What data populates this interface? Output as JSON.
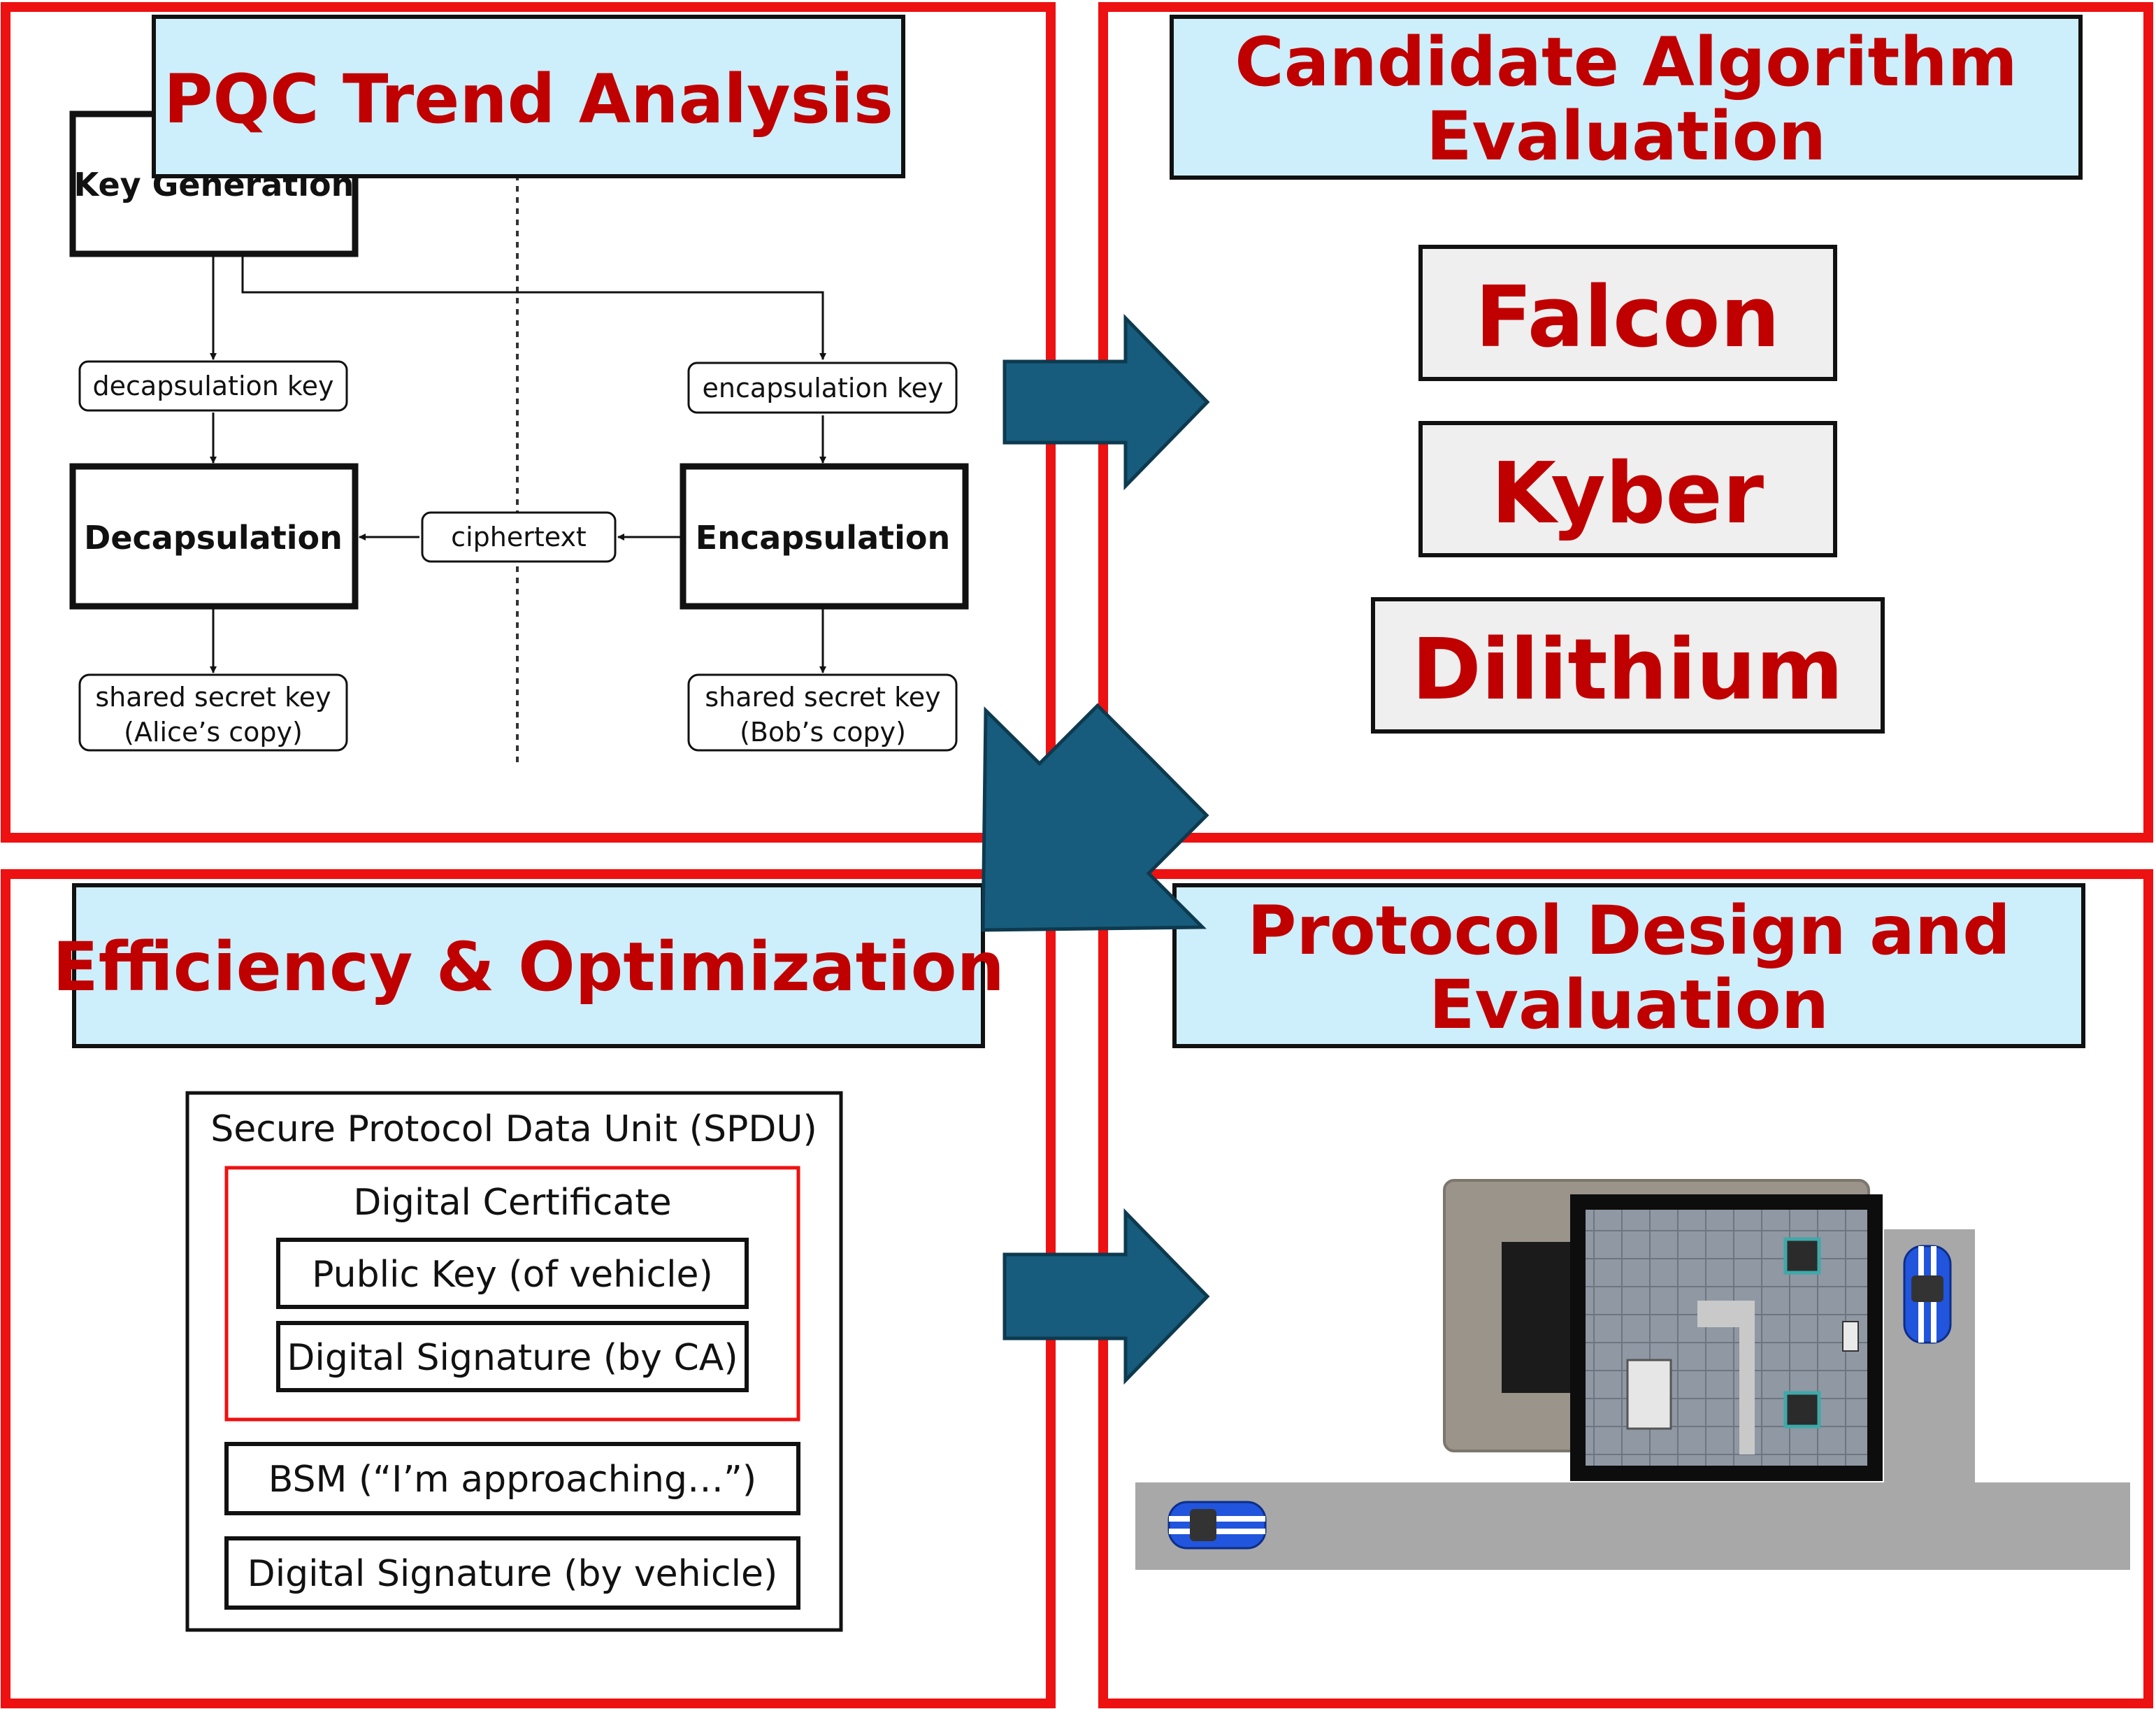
{
  "colors": {
    "panel_border": "#ee1111",
    "title_fill": "#cdeefb",
    "title_text": "#c00000",
    "arrow": "#175c7c",
    "algo_fill": "#efefef",
    "road": "#a8a8a8"
  },
  "panels": {
    "pqc_trend": {
      "title": "PQC Trend Analysis",
      "flow": {
        "key_generation": "Key Generation",
        "decapsulation_key": "decapsulation key",
        "encapsulation_key": "encapsulation key",
        "decapsulation": "Decapsulation",
        "encapsulation": "Encapsulation",
        "ciphertext": "ciphertext",
        "alice_secret_line1": "shared secret key",
        "alice_secret_line2": "(Alice’s copy)",
        "bob_secret_line1": "shared secret key",
        "bob_secret_line2": "(Bob’s copy)"
      }
    },
    "candidate": {
      "title_line1": "Candidate Algorithm",
      "title_line2": "Evaluation",
      "algorithms": [
        "Falcon",
        "Kyber",
        "Dilithium"
      ]
    },
    "efficiency": {
      "title": "Efficiency & Optimization",
      "spdu": {
        "header": "Secure Protocol Data Unit (SPDU)",
        "certificate_label": "Digital Certificate",
        "public_key": "Public Key (of vehicle)",
        "signature_ca": "Digital Signature (by CA)",
        "bsm": "BSM (“I’m approaching…”)",
        "signature_vehicle": "Digital Signature (by vehicle)"
      }
    },
    "protocol": {
      "title_line1": "Protocol Design and",
      "title_line2": "Evaluation"
    }
  },
  "icons": {
    "arrows": [
      "arrow-right-icon",
      "arrow-down-left-icon",
      "arrow-right-icon"
    ],
    "scene": [
      "car-icon",
      "car-icon"
    ]
  }
}
